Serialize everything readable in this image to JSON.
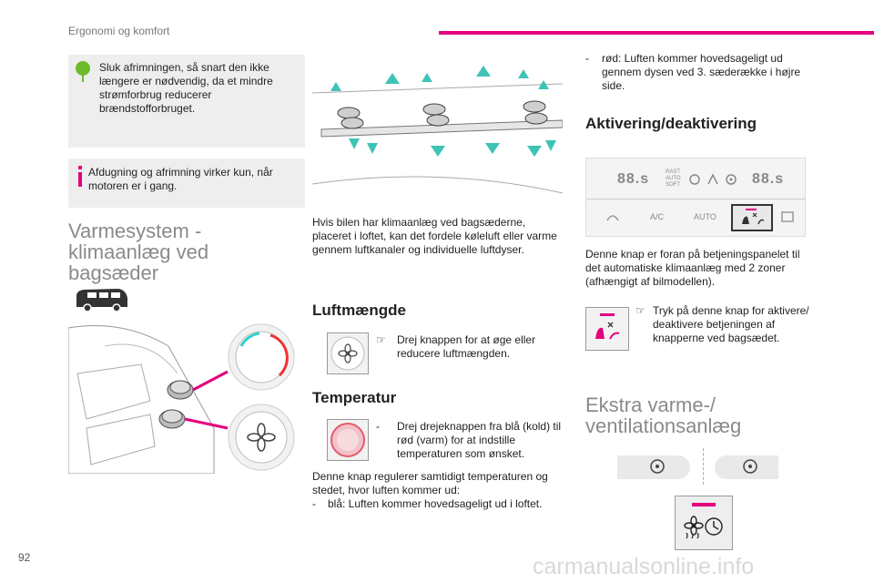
{
  "header": {
    "section": "Ergonomi og komfort",
    "accent_color": "#e3007e"
  },
  "eco_note": {
    "icon": "leaf-icon",
    "text": "Sluk afrimningen, så snart den ikke længere er nødvendig, da et mindre strømforbrug reducerer brændstofforbruget."
  },
  "info_note": {
    "icon": "info-icon",
    "text": "Afdugning og afrimning virker kun, når motoren er i gang."
  },
  "col1": {
    "heading": "Varmesystem - klimaanlæg ved bagsæder"
  },
  "col2": {
    "intro": "Hvis bilen har klimaanlæg ved bagsæderne, placeret i loftet, kan det fordele køleluft eller varme gennem luftkanaler og individuelle luftdyser.",
    "airflow_heading": "Luftmængde",
    "airflow_bullet": "Drej knappen for at øge eller reducere luftmængden.",
    "temp_heading": "Temperatur",
    "temp_bullet": "Drej drejeknappen fra blå (kold) til rød (varm) for at indstille temperaturen som ønsket.",
    "temp_note": "Denne knap regulerer samtidigt temperaturen og stedet, hvor luften kommer ud:",
    "temp_blue": "blå: Luften kommer hovedsageligt ud i loftet."
  },
  "col3": {
    "temp_red": "rød: Luften kommer hovedsageligt ud gennem dysen ved 3. sæderække i højre side.",
    "activation_heading": "Aktivering/deaktivering",
    "panel": {
      "left_display": "88.s",
      "right_display": "88.s",
      "mode_line1": "RAST",
      "mode_line2": "AUTO",
      "mode_line3": "SOFT",
      "btn_ac": "A/C",
      "btn_auto": "AUTO"
    },
    "panel_desc": "Denne knap er foran på betjeningspanelet til det automatiske klimaanlæg med 2 zoner (afhængigt af bilmodellen).",
    "press_bullet": "Tryk på denne knap for aktivere/ deaktivere betjeningen af knapperne ved bagsædet.",
    "extra_heading": "Ekstra varme-/ ventilationsanlæg"
  },
  "footer": {
    "page_number": "92",
    "watermark": "carmanualsonline.info"
  }
}
